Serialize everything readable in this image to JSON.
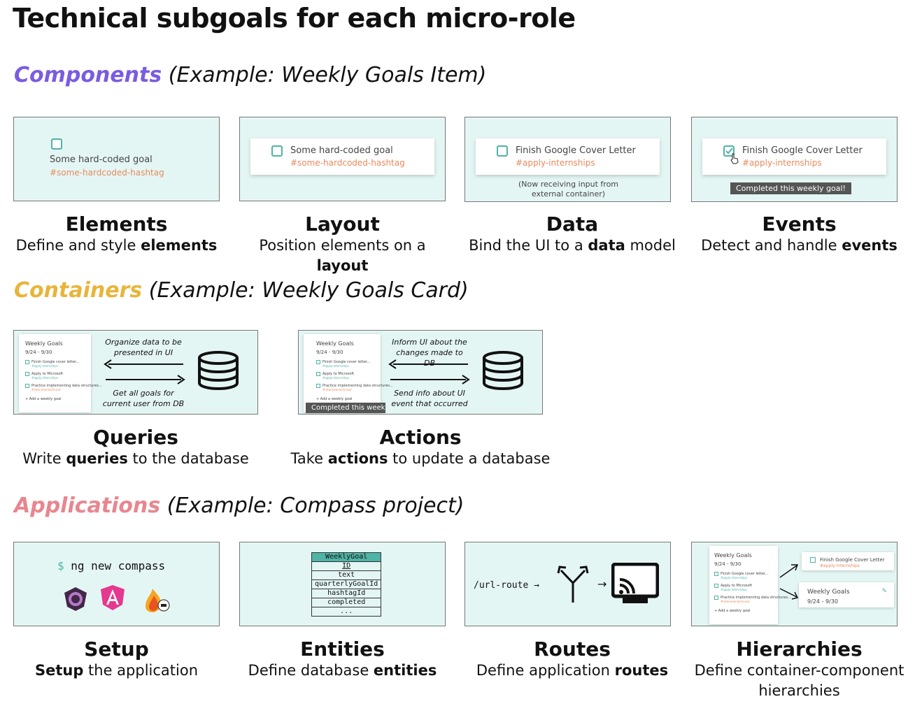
{
  "title": "Technical subgoals for each micro-role",
  "sections": {
    "components": {
      "keyword": "Components",
      "example": "(Example: Weekly Goals Item)",
      "color": "#7a5ce0"
    },
    "containers": {
      "keyword": "Containers",
      "example": "(Example: Weekly Goals Card)",
      "color": "#e8b53a"
    },
    "applications": {
      "keyword": "Applications",
      "example": "(Example: Compass project)",
      "color": "#e8868f"
    }
  },
  "components": {
    "elements": {
      "goal": "Some hard-coded goal",
      "tag": "#some-hardcoded-hashtag",
      "heading": "Elements",
      "desc_pre": "Define and style ",
      "desc_bold": "elements",
      "desc_post": ""
    },
    "layout": {
      "goal": "Some hard-coded goal",
      "tag": "#some-hardcoded-hashtag",
      "heading": "Layout",
      "desc_pre": "Position elements on a ",
      "desc_bold": "layout",
      "desc_post": ""
    },
    "data": {
      "goal": "Finish Google Cover Letter",
      "tag": "#apply-internships",
      "note": "(Now receiving input from external container)",
      "heading": "Data",
      "desc_pre": "Bind the UI to a ",
      "desc_bold": "data",
      "desc_post": " model"
    },
    "events": {
      "goal": "Finish Google Cover Letter",
      "tag": "#apply-internships",
      "tooltip": "Completed this weekly goal!",
      "heading": "Events",
      "desc_pre": "Detect and handle ",
      "desc_bold": "events",
      "desc_post": ""
    }
  },
  "containers": {
    "queries": {
      "top_text": "Organize data to be presented in UI",
      "bottom_text": "Get all goals for current user from DB",
      "heading": "Queries",
      "desc_pre": "Write ",
      "desc_bold": "queries",
      "desc_post": " to the database"
    },
    "actions": {
      "top_text": "Inform UI about the changes made to DB",
      "bottom_text": "Send info about UI event that occurred",
      "tooltip": "Completed this weekly",
      "heading": "Actions",
      "desc_pre": "Take ",
      "desc_bold": "actions",
      "desc_post": " to update a database"
    }
  },
  "mini_card": {
    "title": "Weekly Goals",
    "dates": "9/24 - 9/30",
    "items": [
      "Finish Google cover letter...",
      "Apply to Microsoft",
      "Practice implementing data structures..."
    ],
    "tags": [
      "#apply-internships",
      "#apply-internships",
      "#interview-technical"
    ],
    "add": "+ Add a weekly goal"
  },
  "applications": {
    "setup": {
      "prompt": "$",
      "command": "ng new compass",
      "heading": "Setup",
      "desc_pre": "",
      "desc_bold": "Setup",
      "desc_post": " the application"
    },
    "entities": {
      "table_name": "WeeklyGoal",
      "fields": [
        "ID",
        "text",
        "quarterlyGoalId",
        "hashtagId",
        "completed",
        "..."
      ],
      "heading": "Entities",
      "desc_pre": "Define database ",
      "desc_bold": "entities",
      "desc_post": ""
    },
    "routes": {
      "route": "/url-route →",
      "heading": "Routes",
      "desc_pre": "Define application ",
      "desc_bold": "routes",
      "desc_post": ""
    },
    "hierarchies": {
      "component_goal": "Finish Google Cover Letter",
      "component_tag": "#apply-internships",
      "weekly_title": "Weekly Goals",
      "weekly_dates": "9/24 - 9/30",
      "heading": "Hierarchies",
      "desc": "Define container-component hierarchies"
    }
  }
}
